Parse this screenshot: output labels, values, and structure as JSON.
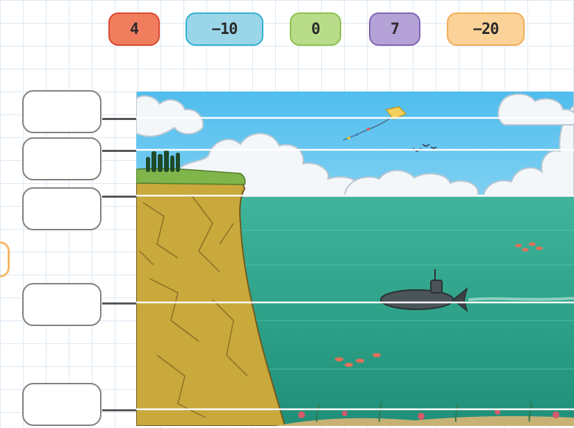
{
  "number_tiles": [
    {
      "label": "4",
      "color": "#f07d5e",
      "border": "#d9482e"
    },
    {
      "label": "−10",
      "color": "#9bd6e8",
      "border": "#2fb0d2"
    },
    {
      "label": "0",
      "color": "#b9dc8a",
      "border": "#8bc04b"
    },
    {
      "label": "7",
      "color": "#b4a2d6",
      "border": "#7e62b4"
    },
    {
      "label": "−20",
      "color": "#fbd298",
      "border": "#f4ad55"
    }
  ],
  "answer_boxes": [
    "",
    "",
    "",
    "",
    ""
  ],
  "scene_colors": {
    "sky": "#5fc4ef",
    "water": "#2fa58a",
    "cliff": "#c9a83c",
    "grass": "#7fb54a"
  },
  "scene_icons": [
    "cloud-icon",
    "kite-icon",
    "bird-icon",
    "trees-icon",
    "submarine-icon",
    "fish-icon",
    "seabed-plants-icon"
  ]
}
